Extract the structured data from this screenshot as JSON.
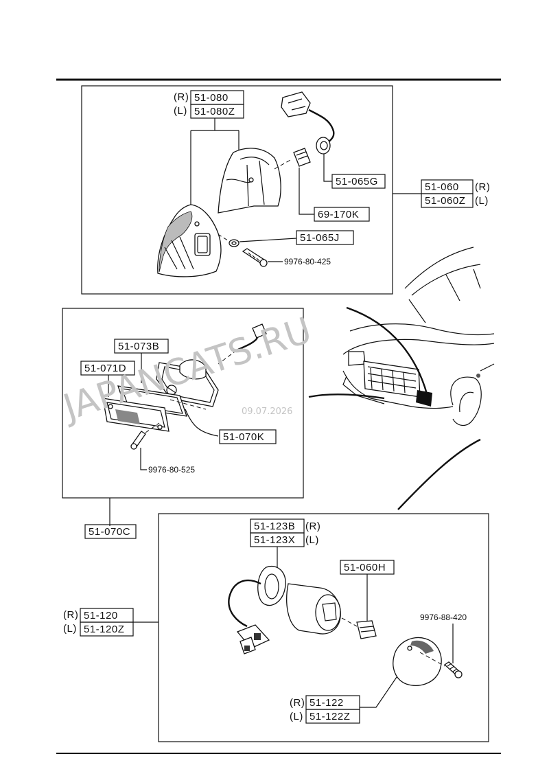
{
  "watermark": {
    "text": "JAPANCATS.RU",
    "date": "09.07.2026"
  },
  "group_top": {
    "lens_label_r": "(R)",
    "lens_part_r": "51-080",
    "lens_label_l": "(L)",
    "lens_part_l": "51-080Z",
    "socket_part": "51-065G",
    "bulb_part": "69-170K",
    "gasket_part": "51-065J",
    "screw_part": "9976-80-425",
    "assembly_part_r": "51-060",
    "assembly_label_r": "(R)",
    "assembly_part_l": "51-060Z",
    "assembly_label_l": "(L)"
  },
  "group_middle": {
    "gasket_part": "51-073B",
    "lens_part": "51-071D",
    "body_part": "51-070K",
    "screw_part": "9976-80-525",
    "assembly_part": "51-070C"
  },
  "group_bottom": {
    "socket_part_r": "51-123B",
    "socket_label_r": "(R)",
    "socket_part_l": "51-123X",
    "socket_label_l": "(L)",
    "bulb_part": "51-060H",
    "screw_part": "9976-88-420",
    "assembly_label_r": "(R)",
    "assembly_part_r": "51-120",
    "assembly_label_l": "(L)",
    "assembly_part_l": "51-120Z",
    "lens_label_r": "(R)",
    "lens_part_r": "51-122",
    "lens_label_l": "(L)",
    "lens_part_l": "51-122Z"
  }
}
